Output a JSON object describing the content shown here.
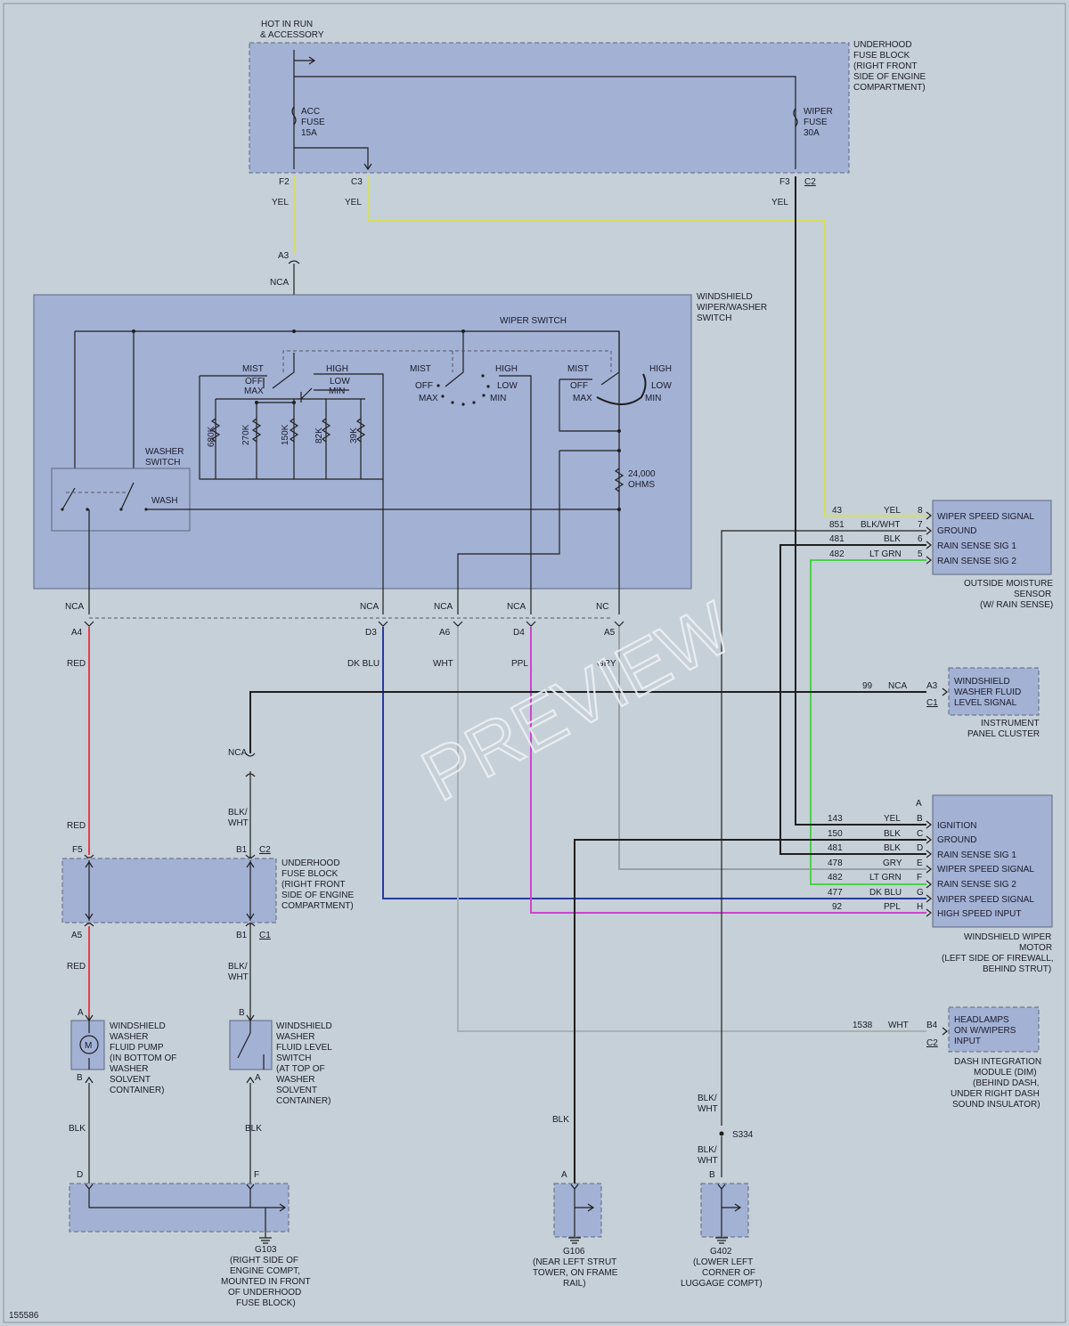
{
  "colors": {
    "background": "#c6d0d8",
    "component_fill": "#a3b1d4",
    "wire_yel": "#d6df5a",
    "wire_red": "#e0404a",
    "wire_dkblu": "#2a3aa0",
    "wire_ppl": "#cc44cc",
    "wire_ltgrn": "#4cd14c",
    "wire_gry": "#9aa0a4",
    "wire_wht": "#a8b0b4",
    "wire_blk": "#1f1f1f"
  },
  "power": {
    "label_1": "HOT IN RUN",
    "label_2": "& ACCESSORY"
  },
  "fuse_block_top": {
    "lines": [
      "UNDERHOOD",
      "FUSE BLOCK",
      "(RIGHT FRONT",
      "SIDE OF ENGINE",
      "COMPARTMENT)"
    ],
    "acc_fuse": [
      "ACC",
      "FUSE",
      "15A"
    ],
    "wiper_fuse": [
      "WIPER",
      "FUSE",
      "30A"
    ],
    "pin_f2": "F2",
    "pin_c3": "C3",
    "pin_f3": "F3",
    "conn_c2": "C2"
  },
  "wire_colors": {
    "yel_a": "YEL",
    "yel_b": "YEL",
    "yel_c": "YEL",
    "red_a": "RED",
    "red_b": "RED",
    "red_c": "RED",
    "dkblu": "DK BLU",
    "wht": "WHT",
    "ppl": "PPL",
    "gry": "GRY",
    "blkwht_a": "BLK/",
    "blkwht_a2": "WHT",
    "blkwht_b": "BLK/",
    "blkwht_b2": "WHT",
    "blk_pump": "BLK",
    "blk_switch": "BLK",
    "blk_g106": "BLK",
    "blkwht_c": "BLK/",
    "blkwht_c2": "WHT",
    "blkwht_d": "BLK/",
    "blkwht_d2": "WHT"
  },
  "connectors": {
    "a3": "A3",
    "nca_a3": "NCA",
    "a4": "A4",
    "d3": "D3",
    "a6": "A6",
    "d4": "D4",
    "a5": "A5",
    "nca_1": "NCA",
    "nca_2": "NCA",
    "nca_3": "NCA",
    "nca_4": "NCA",
    "nca_5": "NC",
    "nca_splice": "NCA",
    "f5": "F5",
    "b1_top": "B1",
    "c2_mid": "C2",
    "a5_mid": "A5",
    "b1_bot": "B1",
    "c1_mid": "C1",
    "pump_a": "A",
    "pump_b": "B",
    "lvl_b": "B",
    "lvl_a": "A",
    "g103_d": "D",
    "g103_f": "F",
    "g106_a": "A",
    "g402_b": "B",
    "s334": "S334"
  },
  "wiper_washer_switch": {
    "title": [
      "WINDSHIELD",
      "WIPER/WASHER",
      "SWITCH"
    ],
    "wiper_switch_label": "WIPER SWITCH",
    "washer_switch_label": [
      "WASHER",
      "SWITCH"
    ],
    "wash": "WASH",
    "sw1": {
      "mist": "MIST",
      "off": "OFF",
      "max": "MAX",
      "high": "HIGH",
      "low": "LOW",
      "min": "MIN"
    },
    "sw2": {
      "mist": "MIST",
      "off": "OFF",
      "max": "MAX",
      "high": "HIGH",
      "low": "LOW",
      "min": "MIN"
    },
    "sw3": {
      "mist": "MIST",
      "off": "OFF",
      "max": "MAX",
      "high": "HIGH",
      "low": "LOW",
      "min": "MIN"
    },
    "resistors": [
      "680K",
      "270K",
      "150K",
      "82K",
      "39K"
    ],
    "ohms": [
      "24,000",
      "OHMS"
    ]
  },
  "moisture_sensor": {
    "pins": [
      {
        "circuit": "43",
        "color": "YEL",
        "pin": "8",
        "label": "WIPER SPEED SIGNAL"
      },
      {
        "circuit": "851",
        "color": "BLK/WHT",
        "pin": "7",
        "label": "GROUND"
      },
      {
        "circuit": "481",
        "color": "BLK",
        "pin": "6",
        "label": "RAIN SENSE SIG 1"
      },
      {
        "circuit": "482",
        "color": "LT GRN",
        "pin": "5",
        "label": "RAIN SENSE SIG 2"
      }
    ],
    "caption": [
      "OUTSIDE MOISTURE",
      "SENSOR",
      "(W/ RAIN SENSE)"
    ]
  },
  "instrument_panel": {
    "circuit": "99",
    "color": "NCA",
    "pin": "A3",
    "conn": "C1",
    "label": [
      "WINDSHIELD",
      "WASHER FLUID",
      "LEVEL SIGNAL"
    ],
    "caption": [
      "INSTRUMENT",
      "PANEL CLUSTER"
    ]
  },
  "wiper_motor": {
    "pin_a": "A",
    "pins": [
      {
        "circuit": "143",
        "color": "YEL",
        "pin": "B",
        "label": "IGNITION"
      },
      {
        "circuit": "150",
        "color": "BLK",
        "pin": "C",
        "label": "GROUND"
      },
      {
        "circuit": "481",
        "color": "BLK",
        "pin": "D",
        "label": "RAIN SENSE SIG 1"
      },
      {
        "circuit": "478",
        "color": "GRY",
        "pin": "E",
        "label": "WIPER SPEED SIGNAL"
      },
      {
        "circuit": "482",
        "color": "LT GRN",
        "pin": "F",
        "label": "RAIN SENSE SIG 2"
      },
      {
        "circuit": "477",
        "color": "DK BLU",
        "pin": "G",
        "label": "WIPER SPEED SIGNAL"
      },
      {
        "circuit": "92",
        "color": "PPL",
        "pin": "H",
        "label": "HIGH SPEED INPUT"
      }
    ],
    "caption": [
      "WINDSHIELD WIPER",
      "MOTOR",
      "(LEFT SIDE OF FIREWALL,",
      "BEHIND STRUT)"
    ]
  },
  "dim": {
    "circuit": "1538",
    "color": "WHT",
    "pin": "B4",
    "conn": "C2",
    "label": [
      "HEADLAMPS",
      "ON W/WIPERS",
      "INPUT"
    ],
    "caption": [
      "DASH INTEGRATION",
      "MODULE (DIM)",
      "(BEHIND DASH,",
      "UNDER RIGHT DASH",
      "SOUND INSULATOR)"
    ]
  },
  "fuse_block_mid": {
    "lines": [
      "UNDERHOOD",
      "FUSE BLOCK",
      "(RIGHT FRONT",
      "SIDE OF ENGINE",
      "COMPARTMENT)"
    ]
  },
  "pump": {
    "symbol": "M",
    "lines": [
      "WINDSHIELD",
      "WASHER",
      "FLUID PUMP",
      "(IN BOTTOM OF",
      "WASHER",
      "SOLVENT",
      "CONTAINER)"
    ]
  },
  "level_switch": {
    "lines": [
      "WINDSHIELD",
      "WASHER",
      "FLUID LEVEL",
      "SWITCH",
      "(AT TOP OF",
      "WASHER",
      "SOLVENT",
      "CONTAINER)"
    ]
  },
  "grounds": {
    "g103": [
      "G103",
      "(RIGHT SIDE OF",
      "ENGINE COMPT,",
      "MOUNTED IN FRONT",
      "OF UNDERHOOD",
      "FUSE BLOCK)"
    ],
    "g106": [
      "G106",
      "(NEAR LEFT STRUT",
      "TOWER, ON FRAME",
      "RAIL)"
    ],
    "g402": [
      "G402",
      "(LOWER LEFT",
      "CORNER OF",
      "LUGGAGE COMPT)"
    ]
  },
  "watermark": "PREVIEW",
  "figure_id": "155586"
}
